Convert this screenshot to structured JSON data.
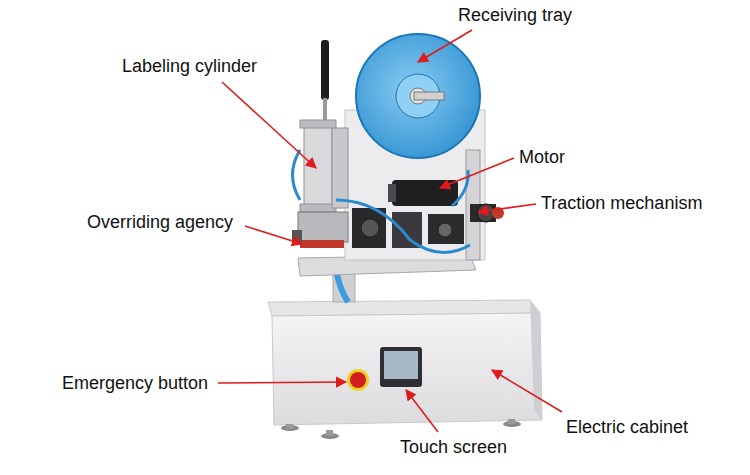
{
  "diagram": {
    "labels": [
      "Receiving tray",
      "Labeling cylinder",
      "Motor",
      "Traction mechanism",
      "Overriding agency",
      "Emergency button",
      "Touch screen",
      "Electric cabinet"
    ]
  }
}
